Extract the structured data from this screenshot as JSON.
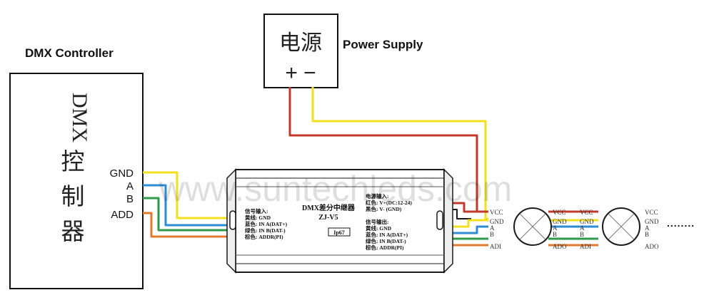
{
  "labels": {
    "dmx_controller": "DMX Controller",
    "power_supply": "Power Supply",
    "dmx_vertical_latin": "DMX",
    "dmx_vertical_cjk": [
      "控",
      "制",
      "器"
    ],
    "psu_cjk": "电源",
    "psu_polarity": "+ −",
    "controller_pins": [
      "GND",
      "A",
      "B",
      "ADD"
    ],
    "watermark": "www.suntechleds.com",
    "ellipsis": "........"
  },
  "repeater": {
    "title": "DMX差分中继器",
    "model": "ZJ-V5",
    "ip_rating": "Ip67",
    "input_header": "信号输入:",
    "input_lines": [
      "黄线: GND",
      "蓝色: IN A(DAT+)",
      "绿色: IN B(DAT-)",
      "棕色: ADDR(PI)"
    ],
    "power_header": "电源输入:",
    "power_lines": [
      "红色: V+(DC:12-24)",
      "黑色: V- (GND)"
    ],
    "output_header": "信号输出:",
    "output_lines": [
      "黄线: GND",
      "蓝色: IN A(DAT+)",
      "绿色: IN B(DAT-)",
      "棕色: ADDR(PI)"
    ]
  },
  "fixtures": {
    "fixture1_in": [
      "VCC",
      "GND",
      "A",
      "B",
      "ADI"
    ],
    "fixture1_out": [
      "VCC",
      "GND",
      "A",
      "B",
      "ADO"
    ],
    "fixture2_in": [
      "VCC",
      "GND",
      "A",
      "B",
      "ADI"
    ],
    "fixture2_out": [
      "VCC",
      "GND",
      "A",
      "B",
      "ADO"
    ]
  },
  "colors": {
    "red_wire": "#c0392b",
    "yellow_wire": "#f2e01c",
    "blue_wire": "#2e8bd6",
    "green_wire": "#2e9a4a",
    "orange_wire": "#e07a2e",
    "outline": "#1a1a1a"
  }
}
